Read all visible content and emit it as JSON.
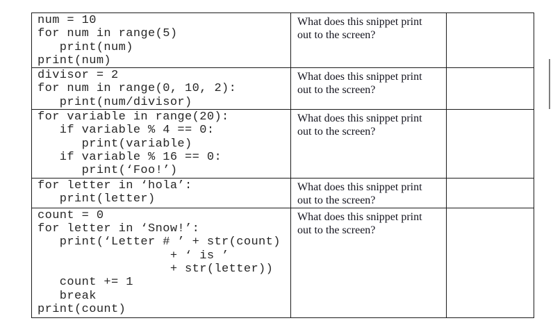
{
  "page": {
    "background_color": "#ffffff"
  },
  "worksheet": {
    "colors": {
      "border": "#1a1a1a",
      "code_text": "#262626",
      "question_text": "#14141e",
      "scrollbar_thumb": "#7d7d7d"
    },
    "rows": [
      {
        "code": "num = 10\nfor num in range(5)\n   print(num)\nprint(num)",
        "question": "What does this snippet print out to the screen?",
        "answer": ""
      },
      {
        "code": "divisor = 2\nfor num in range(0, 10, 2):\n   print(num/divisor)",
        "question": "What does this snippet print out to the screen?",
        "answer": ""
      },
      {
        "code": "for variable in range(20):\n   if variable % 4 == 0:\n      print(variable)\n   if variable % 16 == 0:\n      print(‘Foo!’)",
        "question": "What does this snippet print out to the screen?",
        "answer": ""
      },
      {
        "code": "for letter in ‘hola’:\n   print(letter)",
        "question": "What does this snippet print out to the screen?",
        "answer": ""
      },
      {
        "code": "count = 0\nfor letter in ‘Snow!’:\n   print(‘Letter # ’ + str(count)\n                  + ‘ is ’\n                  + str(letter))\n   count += 1\n   break\nprint(count)",
        "question": "What does this snippet print out to the screen?",
        "answer": ""
      }
    ]
  }
}
